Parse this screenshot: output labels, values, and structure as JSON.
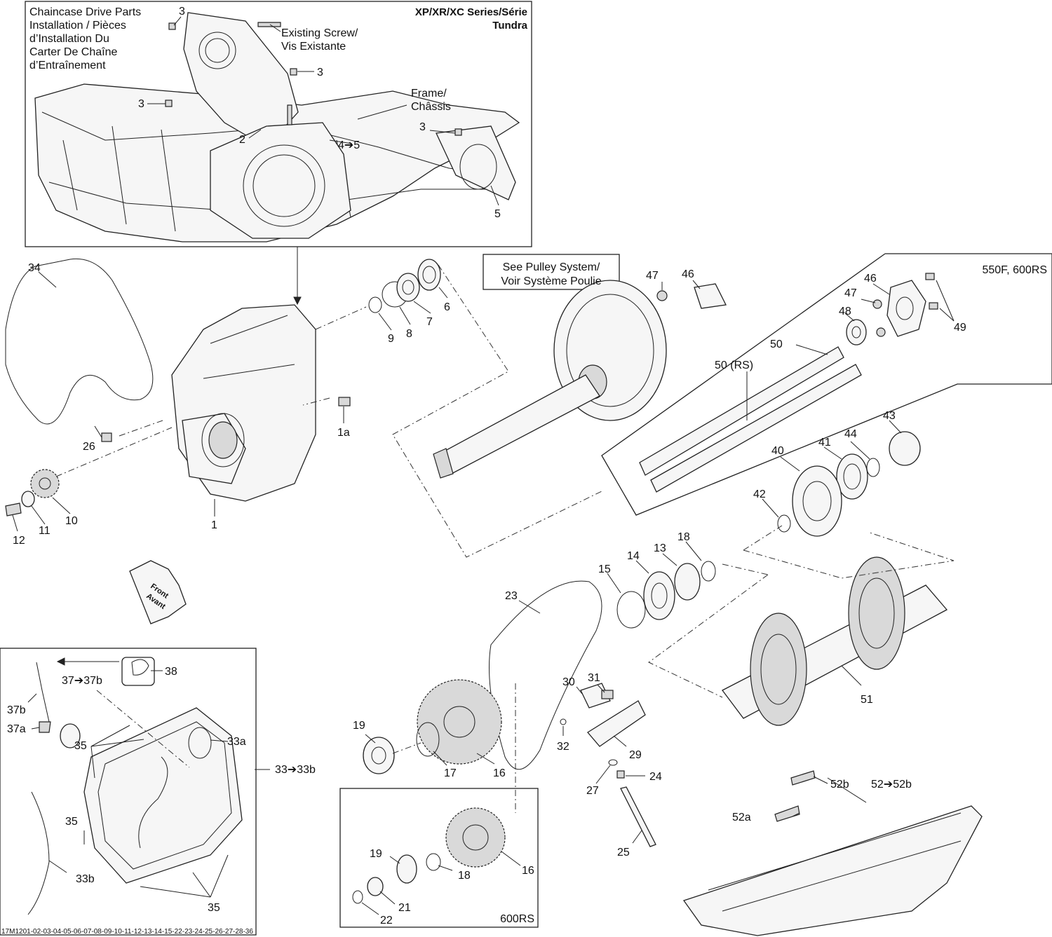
{
  "header": {
    "left_title": [
      "Chaincase Drive Parts",
      "Installation / Pièces",
      "d’Installation Du",
      "Carter De Chaîne",
      "d’Entraînement"
    ],
    "right_title": [
      "XP/XR/XC Series/Série",
      "Tundra"
    ]
  },
  "notes": {
    "existing_screw": [
      "Existing Screw/",
      "Vis Existante"
    ],
    "frame": [
      "Frame/",
      "Châssis"
    ],
    "see_pulley": [
      "See Pulley System/",
      "Voir Système Poulie"
    ],
    "model_550f_600rs": "550F, 600RS",
    "model_600rs": "600RS",
    "front": [
      "Front",
      "Avant"
    ],
    "figure_id": "17M1201-02-03-04-05-06-07-08-09-10-11-12-13-14-15-22-23-24-25-26-27-28-36"
  },
  "callouts": {
    "c3a": "3",
    "c3b": "3",
    "c3c": "3",
    "c3d": "3",
    "c2": "2",
    "c4_5": "4➔5",
    "c5": "5",
    "c34": "34",
    "c26": "26",
    "c1a": "1a",
    "c1": "1",
    "c10": "10",
    "c11": "11",
    "c12": "12",
    "c9": "9",
    "c8": "8",
    "c7": "7",
    "c6": "6",
    "c47a": "47",
    "c46a": "46",
    "c46b": "46",
    "c47b": "47",
    "c48": "48",
    "c49": "49",
    "c50": "50",
    "c50rs": "50 (RS)",
    "c43": "43",
    "c44": "44",
    "c41": "41",
    "c40": "40",
    "c42": "42",
    "c18a": "18",
    "c13": "13",
    "c14": "14",
    "c15": "15",
    "c23": "23",
    "c51": "51",
    "c38": "38",
    "c37": "37➔37b",
    "c37b": "37b",
    "c37a": "37a",
    "c33a": "33a",
    "c33": "33➔33b",
    "c35a": "35",
    "c35b": "35",
    "c35c": "35",
    "c33b": "33b",
    "c31": "31",
    "c30": "30",
    "c32": "32",
    "c29": "29",
    "c24": "24",
    "c27": "27",
    "c25": "25",
    "c19a": "19",
    "c17": "17",
    "c16a": "16",
    "c19b": "19",
    "c18b": "18",
    "c16b": "16",
    "c21": "21",
    "c22": "22",
    "c52b": "52b",
    "c52": "52➔52b",
    "c52a": "52a"
  }
}
